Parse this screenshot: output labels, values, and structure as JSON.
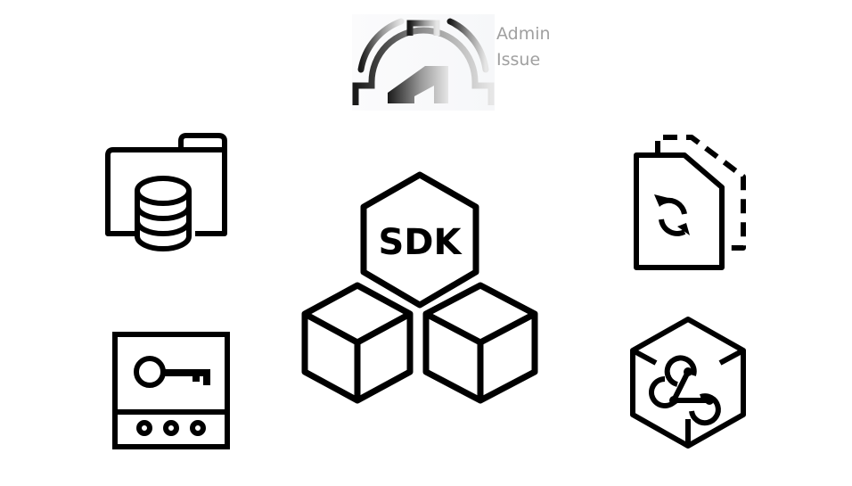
{
  "header": {
    "badge": {
      "icon": "admin-dashboard-gauge-icon",
      "line1": "Admin",
      "line2": "Issue"
    }
  },
  "center": {
    "icon": "sdk-cubes-icon",
    "text": "SDK"
  },
  "left": [
    {
      "icon": "folder-database-icon"
    },
    {
      "icon": "key-password-box-icon"
    }
  ],
  "right": [
    {
      "icon": "file-sync-copy-icon"
    },
    {
      "icon": "webhook-cube-icon"
    }
  ],
  "colors": {
    "stroke": "#000000",
    "label_gray": "#a0a0a0",
    "background": "#ffffff"
  }
}
